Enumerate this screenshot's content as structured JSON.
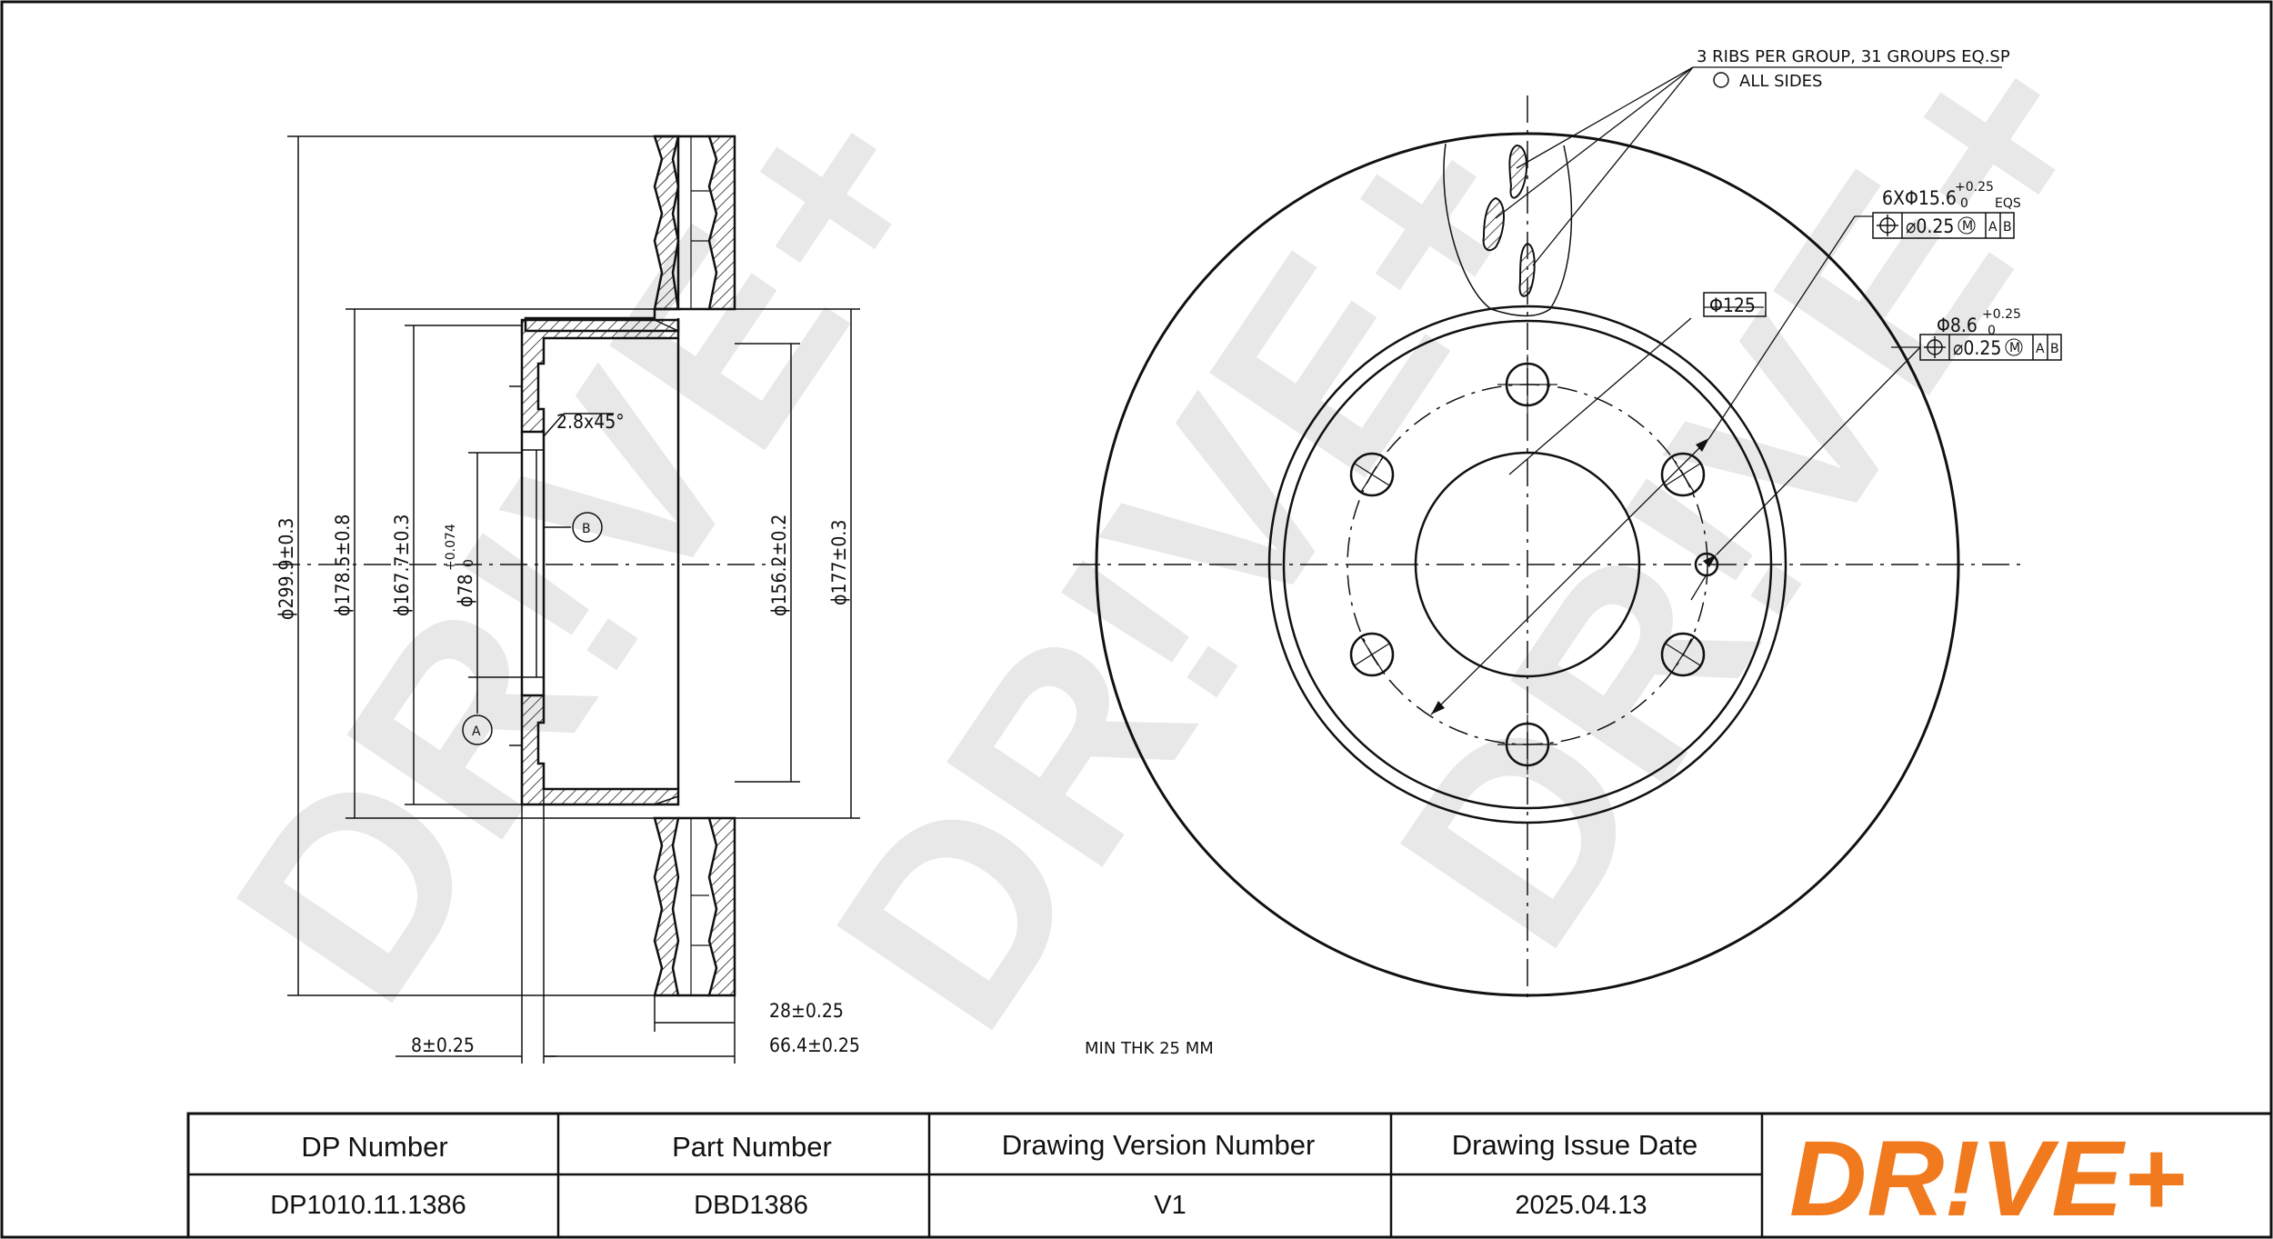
{
  "watermark": "DR!VE+",
  "side_view": {
    "dimensions": {
      "outer_diameter": "ϕ299.9±0.3",
      "hat_diameter": "ϕ178.5±0.8",
      "inner_hat_diameter": "ϕ167.7±0.3",
      "center_bore_diameter": "ϕ78",
      "center_bore_tol_upper": "+0.074",
      "center_bore_tol_lower": "0",
      "inner_diameter_a": "ϕ156.2±0.2",
      "inner_diameter_b": "ϕ177±0.3",
      "chamfer": "2.8x45°",
      "thickness": "28±0.25",
      "total_height": "66.4±0.25",
      "hat_thickness": "8±0.25"
    },
    "datum_a": "A",
    "datum_b": "B"
  },
  "front_view": {
    "ribs_note_line1": "3 RIBS PER GROUP, 31 GROUPS EQ.SP",
    "ribs_note_line2": "ALL SIDES",
    "bolt_holes": "6XΦ15.6",
    "bolt_holes_tol_upper": "+0.25",
    "bolt_holes_tol_lower": "0",
    "bolt_holes_eqs": "EQS",
    "bolt_holes_position_tol": "⌀0.25",
    "pin_hole": "Φ8.6",
    "pin_hole_tol_upper": "+0.25",
    "pin_hole_tol_lower": "0",
    "pin_hole_position_tol": "⌀0.25",
    "datum_a": "A",
    "datum_b": "B",
    "modifier": "M",
    "pcd": "Φ125",
    "min_thickness": "MIN THK 25 MM"
  },
  "title_block": {
    "headers": [
      "DP Number",
      "Part Number",
      "Drawing Version Number",
      "Drawing Issue Date"
    ],
    "values": [
      "DP1010.11.1386",
      "DBD1386",
      "V1",
      "2025.04.13"
    ],
    "logo": "DR!VE+",
    "logo_color": "#f07a1d"
  }
}
